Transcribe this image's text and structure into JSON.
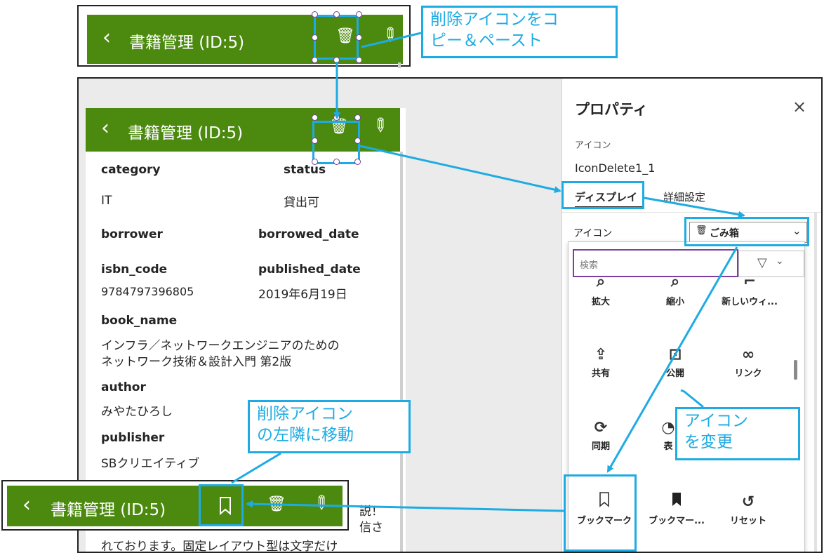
{
  "top_header": {
    "title": "書籍管理 (ID:5)"
  },
  "main_header": {
    "title": "書籍管理 (ID:5)"
  },
  "bottom_header": {
    "title": "書籍管理 (ID:5)"
  },
  "fields": {
    "category": {
      "label": "category",
      "value": "IT"
    },
    "status": {
      "label": "status",
      "value": "貸出可"
    },
    "borrower": {
      "label": "borrower",
      "value": ""
    },
    "borrowed_date": {
      "label": "borrowed_date",
      "value": ""
    },
    "isbn_code": {
      "label": "isbn_code",
      "value": "9784797396805"
    },
    "published_date": {
      "label": "published_date",
      "value": "2019年6月19日"
    },
    "book_name": {
      "label": "book_name",
      "value_line1": "インフラ／ネットワークエンジニアのための",
      "value_line2": "ネットワーク技術＆設計入門 第2版"
    },
    "author": {
      "label": "author",
      "value": "みやたひろし"
    },
    "publisher": {
      "label": "publisher",
      "value": "SBクリエイティブ"
    },
    "description": {
      "line1_tail": "説！",
      "line2_tail": "信さ",
      "line3": "れております。固定レイアウト型は文字だけ"
    }
  },
  "properties_panel": {
    "title": "プロパティ",
    "type_label": "アイコン",
    "control_name": "IconDelete1_1",
    "tabs": [
      "ディスプレイ",
      "詳細設定"
    ],
    "icon_prop_label": "アイコン",
    "icon_selected": "ごみ箱",
    "search_placeholder": "検索"
  },
  "icon_gallery": {
    "row0": [
      "拡大",
      "縮小",
      "新しいウィ..."
    ],
    "row1": [
      "共有",
      "公開",
      "リンク"
    ],
    "row2": [
      "同期",
      "表"
    ],
    "row3": [
      "ブックマーク",
      "ブックマー...",
      "リセット"
    ]
  },
  "callouts": {
    "copy_paste_line1": "削除アイコンをコ",
    "copy_paste_line2": "ピー＆ペースト",
    "move_left_line1": "削除アイコン",
    "move_left_line2": "の左隣に移動",
    "change_icon_line1": "アイコン",
    "change_icon_line2": "を変更"
  },
  "colors": {
    "header_green": "#4b8a0e",
    "callout_blue": "#1eabe3",
    "selection_purple": "#7a3fa0"
  }
}
